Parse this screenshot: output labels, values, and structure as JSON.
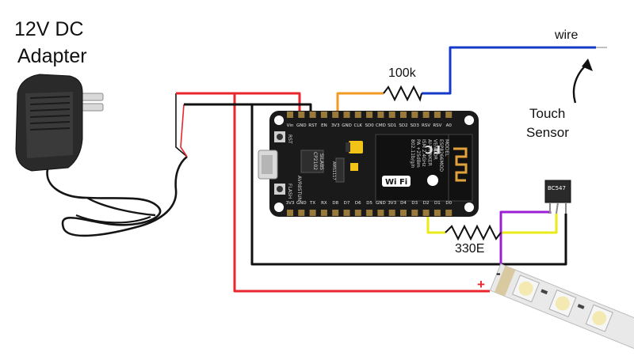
{
  "labels": {
    "adapter_line1": "12V DC",
    "adapter_line2": "Adapter",
    "wire": "wire",
    "touch_line1": "Touch",
    "touch_line2": "Sensor",
    "resistor_top": "100k",
    "resistor_bottom": "330E",
    "plus": "+",
    "minus": "-",
    "transistor": "BC547"
  },
  "board": {
    "pins_top": [
      "Vin",
      "GND",
      "RST",
      "EN",
      "3V3",
      "GND",
      "CLK",
      "SD0",
      "CMD",
      "SD1",
      "SD2",
      "SD3",
      "RSV",
      "RSV",
      "A0"
    ],
    "pins_bottom": [
      "3V3",
      "GND",
      "TX",
      "RX",
      "D8",
      "D7",
      "D6",
      "D5",
      "GND",
      "3V3",
      "D4",
      "D3",
      "D2",
      "D1",
      "D0"
    ],
    "button_rst": "RST",
    "button_flash": "FLASH",
    "uart_chip": [
      "SILABS",
      "CP2102"
    ],
    "module_lines": [
      "MODEL",
      "ESP8266MOD",
      "VENDOR",
      "AI-THINKER",
      "ISM 2.4GHz",
      "PA +25dBm",
      "802.11b/g/n"
    ],
    "wifi_badge": "Wi Fi",
    "vendor_logo": "FC",
    "side_text": "AVR8STUN",
    "small_chip": "AMS1117"
  },
  "colors": {
    "wire_red": "#e8262c",
    "wire_black": "#111111",
    "wire_orange": "#f39a24",
    "wire_blue": "#1438c8",
    "wire_yellow": "#e9ea16",
    "wire_purple": "#9b1fd4",
    "board_black": "#1a1a1a",
    "antenna_gold": "#e2a23b",
    "led_strip": "#e9e9e9"
  }
}
